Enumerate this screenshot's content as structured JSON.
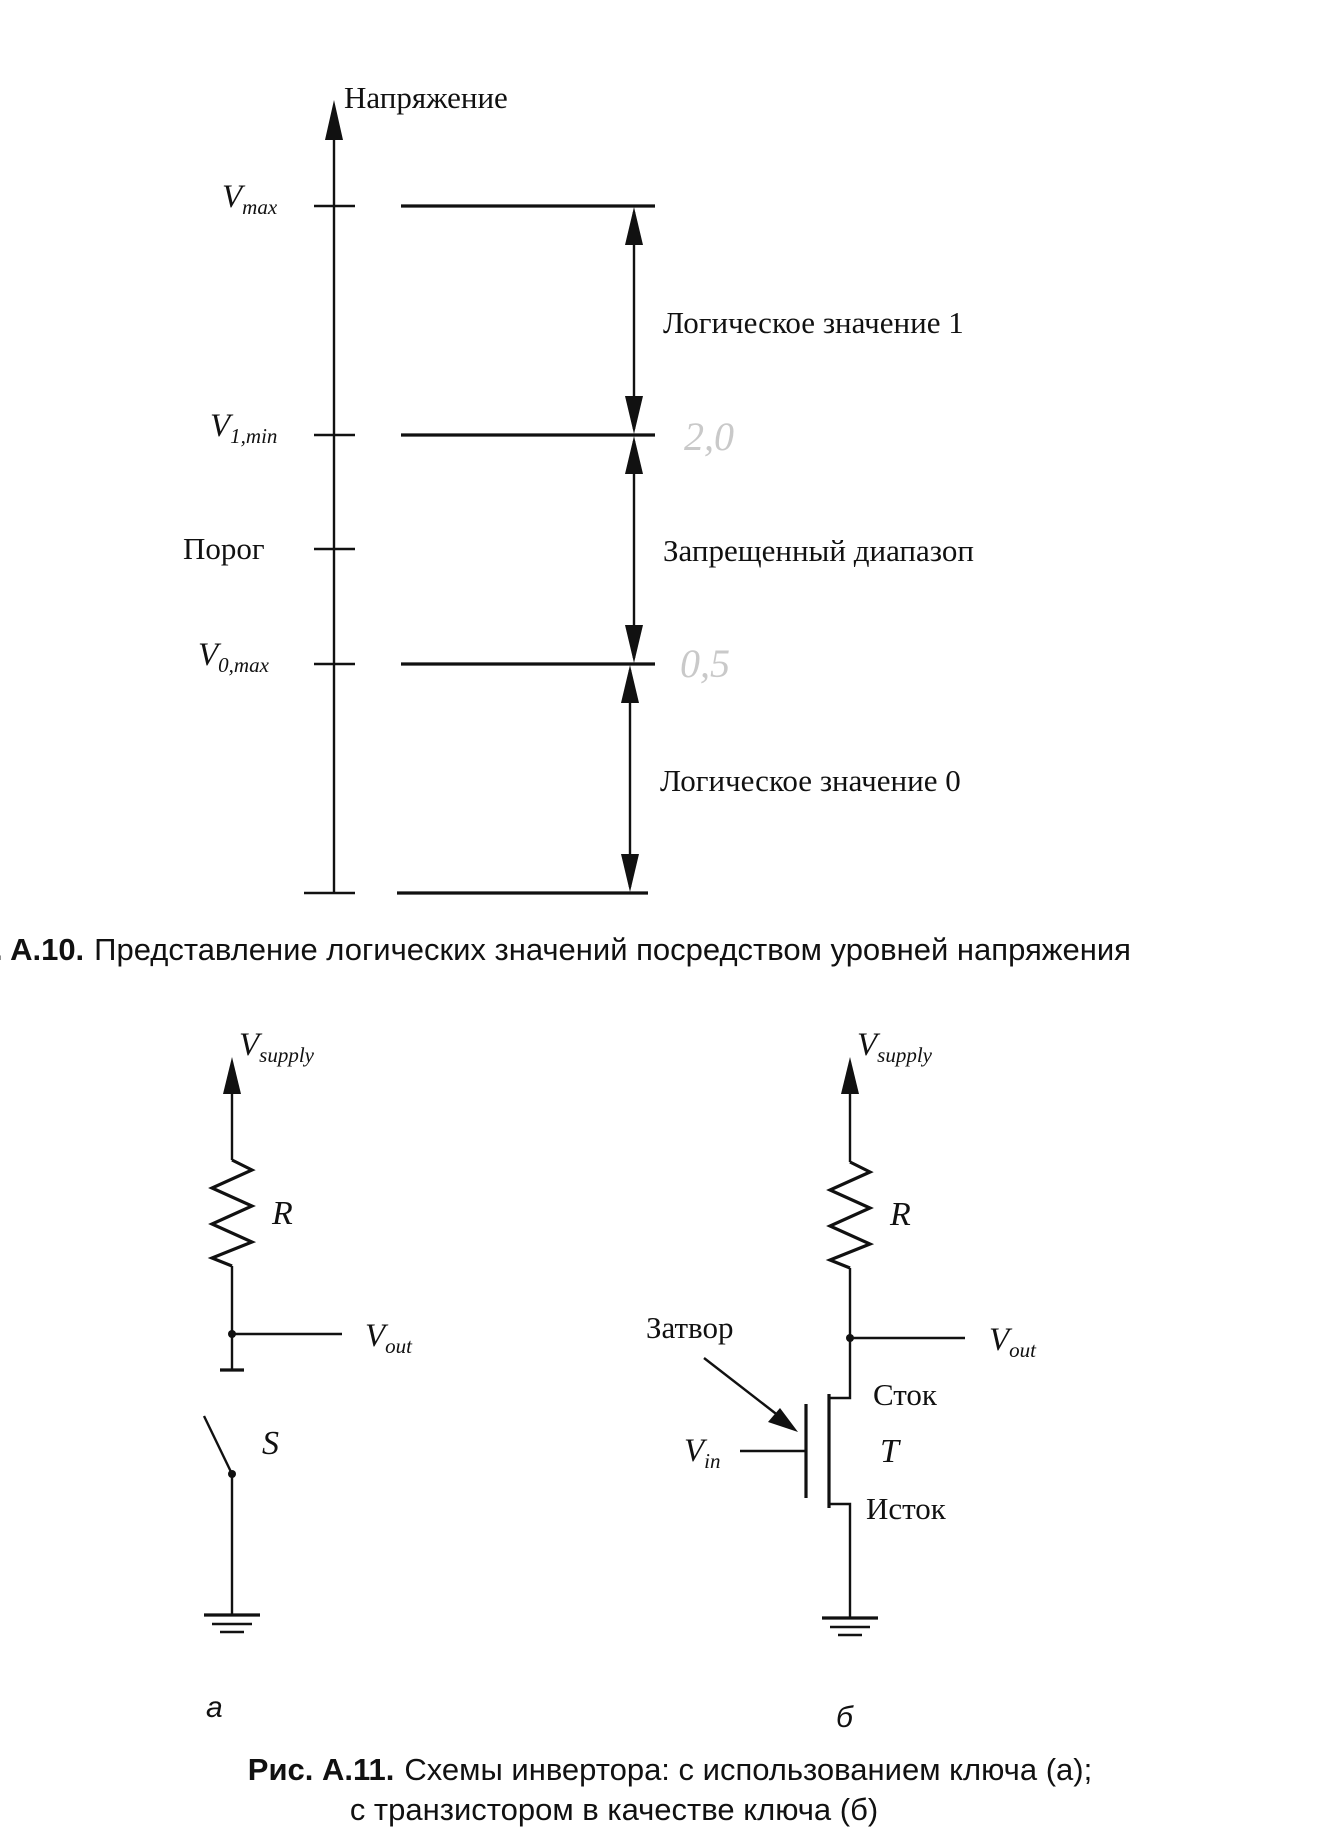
{
  "fig10": {
    "axis_label": "Напряжение",
    "levels": {
      "vmax": {
        "main": "V",
        "sub": "max"
      },
      "v1min": {
        "main": "V",
        "sub": "1,min"
      },
      "threshold": "Порог",
      "v0max": {
        "main": "V",
        "sub": "0,max"
      }
    },
    "ranges": {
      "logic1": "Логическое значение 1",
      "forbidden": "Запрещенный диапазоп",
      "logic0": "Логическое значение 0"
    },
    "handwritten": {
      "upper": "2,0",
      "lower": "0,5"
    },
    "caption": {
      "number": ". A.10.",
      "text": "Представление логических значений посредством уровней напряжения"
    }
  },
  "fig11": {
    "left": {
      "supply": {
        "main": "V",
        "sub": "supply"
      },
      "resistor": "R",
      "output": {
        "main": "V",
        "sub": "out"
      },
      "switch": "S",
      "panel_label": "а"
    },
    "right": {
      "supply": {
        "main": "V",
        "sub": "supply"
      },
      "resistor": "R",
      "output": {
        "main": "V",
        "sub": "out"
      },
      "gate_label": "Затвор",
      "drain_label": "Сток",
      "transistor": "T",
      "source_label": "Исток",
      "input": {
        "main": "V",
        "sub": "in"
      },
      "panel_label": "б"
    },
    "caption": {
      "number": "Рис. A.11.",
      "line1": "Схемы инвертора: с использованием ключа (а);",
      "line2": "с транзистором в качестве ключа (б)"
    }
  }
}
